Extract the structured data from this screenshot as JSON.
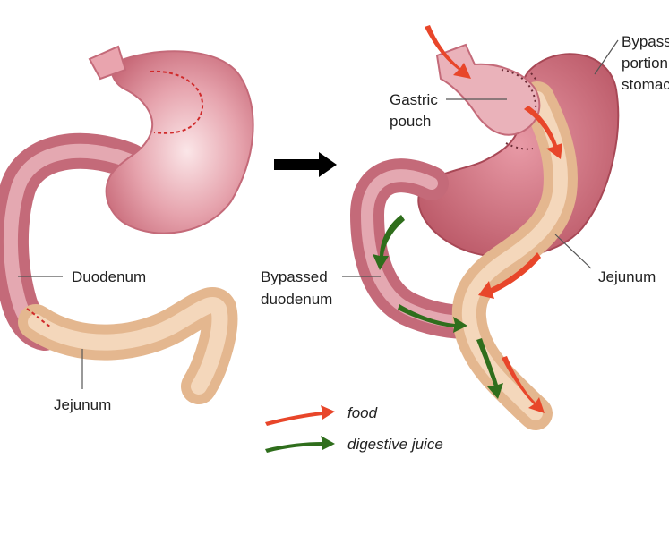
{
  "labels": {
    "duodenum": "Duodenum",
    "jejunum_left": "Jejunum",
    "gastric_pouch": [
      "Gastric",
      "pouch"
    ],
    "bypassed_stomach": [
      "Bypassed",
      "portion of",
      "stomach"
    ],
    "bypassed_duodenum": [
      "Bypassed",
      "duodenum"
    ],
    "jejunum_right": "Jejunum"
  },
  "legend": {
    "food": "food",
    "digestive_juice": "digestive juice"
  },
  "colors": {
    "food_arrow": "#e8462a",
    "juice_arrow": "#2f6e1c",
    "stomach": "#d9808e",
    "stomach_light": "#f6d4d8",
    "stomach_dark": "#b4525f",
    "intestine": "#f1cda9",
    "intestine_dark": "#d9a97e",
    "staple_line": "#6b2b35",
    "cut_line": "#d02a2a"
  }
}
